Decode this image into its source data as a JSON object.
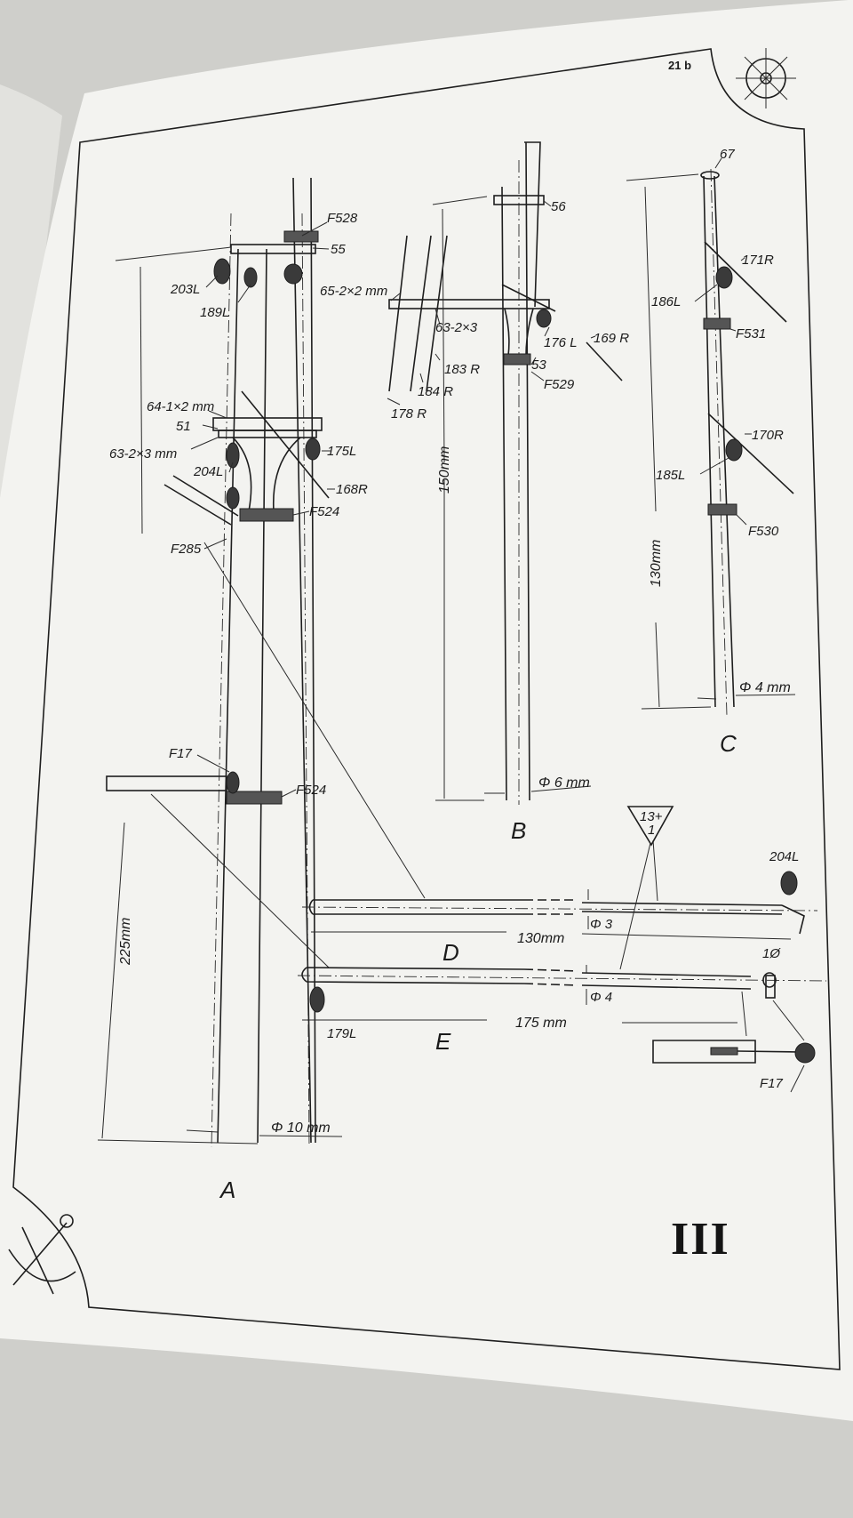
{
  "page": {
    "page_number": "21 b",
    "plate_numeral": "III"
  },
  "views": {
    "a": "A",
    "b": "B",
    "c": "C",
    "d": "D",
    "e": "E"
  },
  "mast_a": {
    "labels": [
      "F528",
      "55",
      "203L",
      "189L",
      "64-1×2 mm",
      "51",
      "63-2×3 mm",
      "175L",
      "204L",
      "168R",
      "F524",
      "F285",
      "F17",
      "F524"
    ],
    "length": "225mm",
    "diameter": "Φ 10 mm"
  },
  "mast_b": {
    "labels": [
      "56",
      "65-2×2 mm",
      "63-2×3",
      "176 L",
      "169 R",
      "183 R",
      "53",
      "184 R",
      "F529",
      "178 R"
    ],
    "length": "150mm",
    "diameter": "Φ 6 mm"
  },
  "mast_c": {
    "labels": [
      "67",
      "171R",
      "186L",
      "F531",
      "170R",
      "185L",
      "F530"
    ],
    "length": "130mm",
    "diameter": "Φ 4 mm"
  },
  "spar_d": {
    "length": "130mm",
    "diameter": "Φ 3",
    "labels": [
      "204L",
      "1Ø"
    ]
  },
  "spar_e": {
    "length": "175 mm",
    "diameter": "Φ 4",
    "labels": [
      "179L",
      "F17"
    ]
  },
  "callout": {
    "line1": "13+",
    "line2": "1"
  }
}
